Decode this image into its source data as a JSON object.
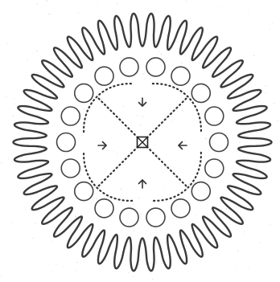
{
  "diagram": {
    "colors": {
      "background": "#ffffff",
      "speckle": "#bdbdbd",
      "outer_ring_stroke": "#3a3a3a",
      "circle_stroke": "#444444",
      "dotted_stroke": "#333333",
      "arrow_stroke": "#333333",
      "center_stroke": "#222222"
    },
    "outer_ring": {
      "wave_count": 46
    },
    "inner_circles": {
      "count": 18
    },
    "arrows": [
      {
        "direction": "down",
        "icon": "arrow-down-icon"
      },
      {
        "direction": "right",
        "icon": "arrow-right-icon"
      },
      {
        "direction": "left",
        "icon": "arrow-left-icon"
      },
      {
        "direction": "up",
        "icon": "arrow-up-icon"
      }
    ],
    "center_icon": "boxed-x-icon"
  }
}
